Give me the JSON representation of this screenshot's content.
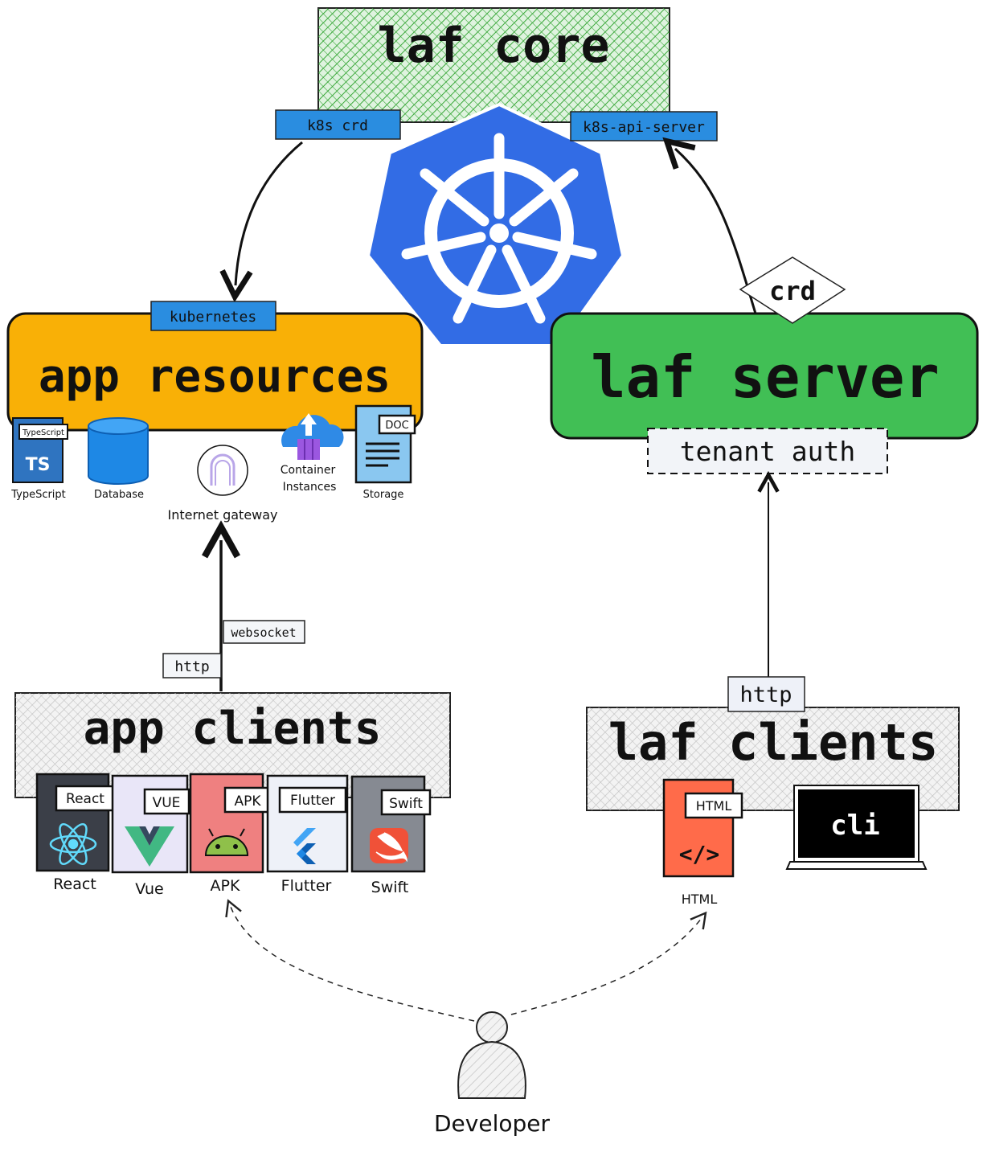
{
  "laf_core": {
    "label": "laf core",
    "tag_k8s_crd": "k8s crd",
    "tag_k8s_api": "k8s-api-server"
  },
  "app_resources": {
    "label": "app resources",
    "tag": "kubernetes",
    "icons": [
      {
        "badge": "TypeScript",
        "glyph": "TS",
        "caption": "TypeScript",
        "icon": "typescript-icon"
      },
      {
        "caption": "Database",
        "icon": "database-icon"
      },
      {
        "caption": "Internet gateway",
        "icon": "internet-gateway-icon"
      },
      {
        "caption_line1": "Container",
        "caption_line2": "Instances",
        "icon": "container-instances-icon"
      },
      {
        "badge": "DOC",
        "caption": "Storage",
        "icon": "storage-icon"
      }
    ]
  },
  "laf_server": {
    "label": "laf server",
    "crd_tag": "crd",
    "tenant_auth": "tenant auth"
  },
  "app_clients": {
    "label": "app clients",
    "tag_http": "http",
    "tag_websocket": "websocket",
    "items": [
      {
        "badge": "React",
        "caption": "React",
        "icon": "react-icon"
      },
      {
        "badge": "VUE",
        "caption": "Vue",
        "icon": "vue-icon"
      },
      {
        "badge": "APK",
        "caption": "APK",
        "icon": "android-icon"
      },
      {
        "badge": "Flutter",
        "caption": "Flutter",
        "icon": "flutter-icon"
      },
      {
        "badge": "Swift",
        "caption": "Swift",
        "icon": "swift-icon"
      }
    ]
  },
  "laf_clients": {
    "label": "laf clients",
    "tag_http": "http",
    "html_badge": "HTML",
    "html_glyph": "</>",
    "html_caption": "HTML",
    "cli_label": "cli"
  },
  "developer": {
    "label": "Developer"
  },
  "colors": {
    "core_green": "#6cc36c",
    "resources_orange": "#f9b006",
    "server_green": "#41bf55",
    "k8s_blue": "#326ce5",
    "tag_blue": "#2a8de0",
    "hatch_gray": "#c9c9c9"
  }
}
